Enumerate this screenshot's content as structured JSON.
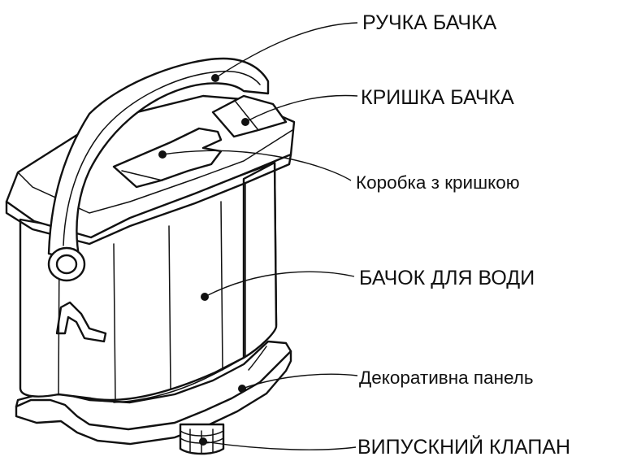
{
  "labels": {
    "tank_handle": "РУЧКА БАЧКА",
    "tank_lid": "КРИШКА БАЧКА",
    "lid_box": "Коробка з кришкою",
    "water_tank": "БАЧОК ДЛЯ ВОДИ",
    "decor_panel": "Декоративна панель",
    "drain_valve": "ВИПУСКНИЙ КЛАПАН"
  },
  "colors": {
    "ink": "#111111",
    "background": "#ffffff"
  }
}
